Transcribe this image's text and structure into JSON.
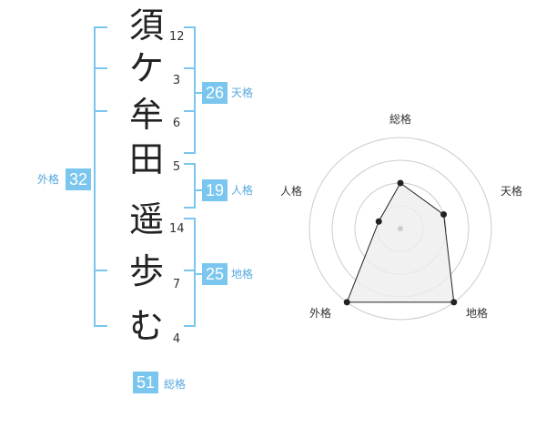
{
  "name_chars": [
    {
      "char": "須",
      "strokes": "12"
    },
    {
      "char": "ケ",
      "strokes": "3"
    },
    {
      "char": "牟",
      "strokes": "6"
    },
    {
      "char": "田",
      "strokes": "5"
    },
    {
      "char": "遥",
      "strokes": "14"
    },
    {
      "char": "歩",
      "strokes": "7"
    },
    {
      "char": "む",
      "strokes": "4"
    }
  ],
  "fortunes": {
    "tenkaku": {
      "value": "26",
      "label": "天格"
    },
    "jinkaku": {
      "value": "19",
      "label": "人格"
    },
    "chikaku": {
      "value": "25",
      "label": "地格"
    },
    "gaikaku": {
      "value": "32",
      "label": "外格"
    },
    "soukaku": {
      "value": "51",
      "label": "総格"
    }
  },
  "chart_data": {
    "type": "radar",
    "axes": [
      "総格",
      "天格",
      "地格",
      "外格",
      "人格"
    ],
    "rings": 4,
    "values": [
      2,
      2,
      4,
      4,
      1
    ],
    "max": 4,
    "colors": {
      "fill": "#eeeeee",
      "line": "#222222",
      "grid": "#cccccc",
      "bracket": "#7ac6ef"
    }
  }
}
